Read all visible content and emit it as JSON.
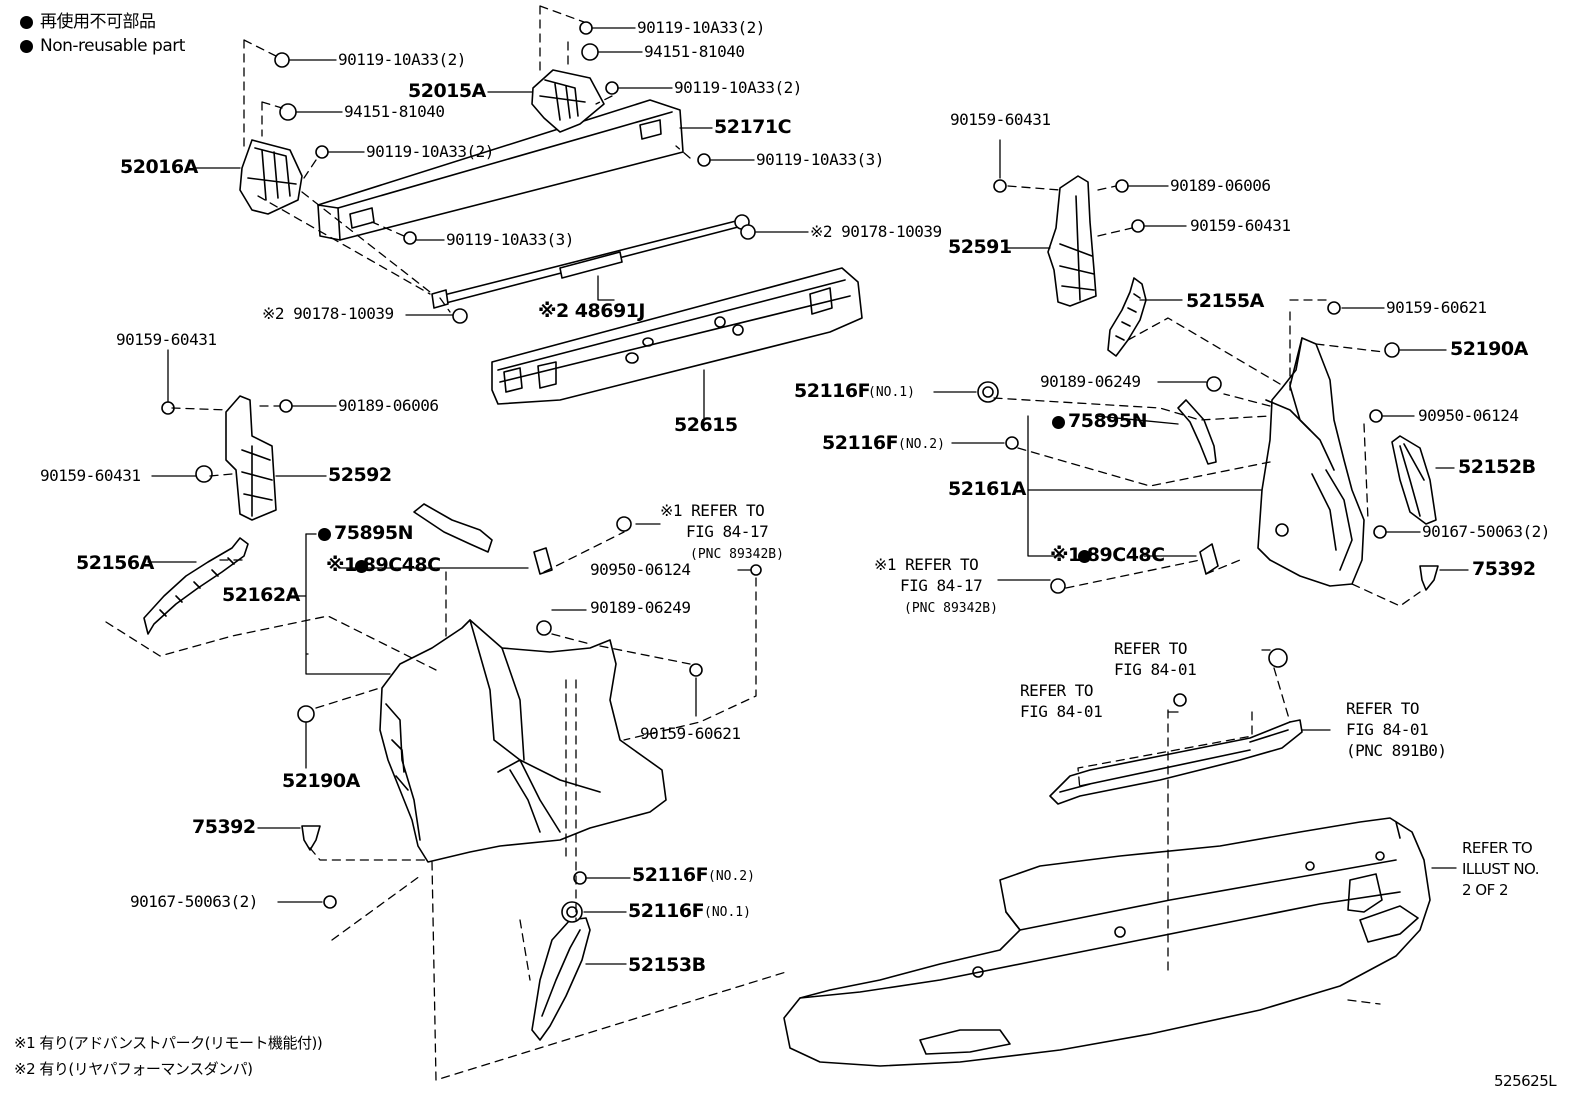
{
  "legend": {
    "jp": "再使用不可部品",
    "en": "Non-reusable part"
  },
  "footnotes": {
    "note1": "※1 有り(アドバンストパーク(リモート機能付))",
    "note2": "※2 有り(リヤパフォーマンスダンパ)"
  },
  "illustration_id": "525625L",
  "labels": {
    "b_90119_2_top": "90119-10A33(2)",
    "b_94151_top": "94151-81040",
    "b_90119_2_mid": "90119-10A33(2)",
    "p_52015A": "52015A",
    "b_90119_2_left": "90119-10A33(2)",
    "b_94151_left": "94151-81040",
    "b_90119_2_left2": "90119-10A33(2)",
    "p_52016A": "52016A",
    "p_52171C": "52171C",
    "b_90119_3_right": "90119-10A33(3)",
    "b_90119_3_bottom": "90119-10A33(3)",
    "n_90178_right": "※2 90178-10039",
    "n_90178_left": "※2 90178-10039",
    "n_48691J": "※2 48691J",
    "p_52615": "52615",
    "b_90159_60431_a": "90159-60431",
    "b_90189_06006_a": "90189-06006",
    "b_90159_60431_b": "90159-60431",
    "p_52592": "52592",
    "p_52156A": "52156A",
    "p_75895N_left": "75895N",
    "p_89C48C_left": "※1 89C48C",
    "p_52162A": "52162A",
    "ref_84_17_left": [
      "※1 REFER TO",
      "FIG 84-17",
      "(PNC 89342B)"
    ],
    "b_90950_left": "90950-06124",
    "b_90189_06249_left": "90189-06249",
    "b_90159_60621_left": "90159-60621",
    "p_52190A_left": "52190A",
    "p_75392_left": "75392",
    "b_90167_left": "90167-50063(2)",
    "p_52116F_no2_left": "52116F",
    "no2_left": "(NO.2)",
    "p_52116F_no1_left": "52116F",
    "no1_left": "(NO.1)",
    "p_52153B": "52153B",
    "b_90159_60431_c": "90159-60431",
    "b_90189_06006_b": "90189-06006",
    "b_90159_60431_d": "90159-60431",
    "p_52591": "52591",
    "p_52155A": "52155A",
    "b_90159_60621_right": "90159-60621",
    "p_52190A_right": "52190A",
    "p_52116F_no1_right": "52116F",
    "no1_right": "(NO.1)",
    "b_90189_06249_right": "90189-06249",
    "p_75895N_right": "75895N",
    "p_52116F_no2_right": "52116F",
    "no2_right": "(NO.2)",
    "b_90950_right": "90950-06124",
    "p_52152B": "52152B",
    "p_52161A": "52161A",
    "b_90167_right": "90167-50063(2)",
    "p_89C48C_right": "※1 89C48C",
    "ref_84_17_right": [
      "※1 REFER TO",
      "FIG 84-17",
      "(PNC 89342B)"
    ],
    "p_75392_right": "75392",
    "ref_84_01_a": [
      "REFER TO",
      "FIG 84-01"
    ],
    "ref_84_01_b": [
      "REFER TO",
      "FIG 84-01"
    ],
    "ref_84_01_c": [
      "REFER TO",
      "FIG 84-01",
      "(PNC 891B0)"
    ],
    "ref_illust": [
      "REFER TO",
      "ILLUST NO.",
      "2 OF 2"
    ]
  }
}
